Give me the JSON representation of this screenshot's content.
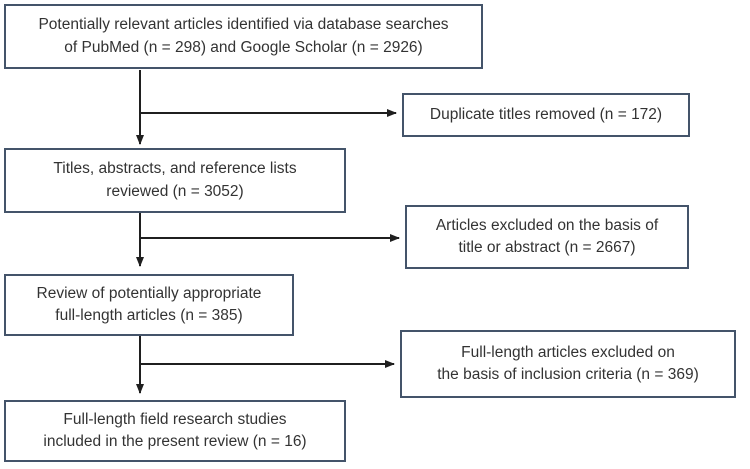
{
  "flowchart": {
    "boxes": [
      {
        "id": "identified",
        "lines": [
          "Potentially relevant articles identified via database searches",
          "of PubMed (n = 298) and Google Scholar (n = 2926)"
        ],
        "n_pubmed": 298,
        "n_google_scholar": 2926
      },
      {
        "id": "duplicates-removed",
        "lines": [
          "Duplicate titles removed (n = 172)"
        ],
        "n": 172
      },
      {
        "id": "reviewed",
        "lines": [
          "Titles, abstracts, and reference lists",
          "reviewed (n = 3052)"
        ],
        "n": 3052
      },
      {
        "id": "excluded-title-abstract",
        "lines": [
          "Articles excluded on the basis of",
          "title or abstract (n = 2667)"
        ],
        "n": 2667
      },
      {
        "id": "full-length-review",
        "lines": [
          "Review of potentially appropriate",
          "full-length articles (n = 385)"
        ],
        "n": 385
      },
      {
        "id": "excluded-inclusion-criteria",
        "lines": [
          "Full-length articles excluded on",
          "the basis of inclusion criteria (n = 369)"
        ],
        "n": 369
      },
      {
        "id": "included",
        "lines": [
          "Full-length field research studies",
          "included in the present review (n = 16)"
        ],
        "n": 16
      }
    ],
    "edges": [
      {
        "from": "identified",
        "to": "reviewed"
      },
      {
        "from": "identified",
        "to": "duplicates-removed"
      },
      {
        "from": "reviewed",
        "to": "full-length-review"
      },
      {
        "from": "reviewed",
        "to": "excluded-title-abstract"
      },
      {
        "from": "full-length-review",
        "to": "included"
      },
      {
        "from": "full-length-review",
        "to": "excluded-inclusion-criteria"
      }
    ],
    "colors": {
      "box_border": "#44546A",
      "text": "#333333",
      "arrow": "#1F1F1F",
      "background": "#FFFFFF"
    }
  }
}
